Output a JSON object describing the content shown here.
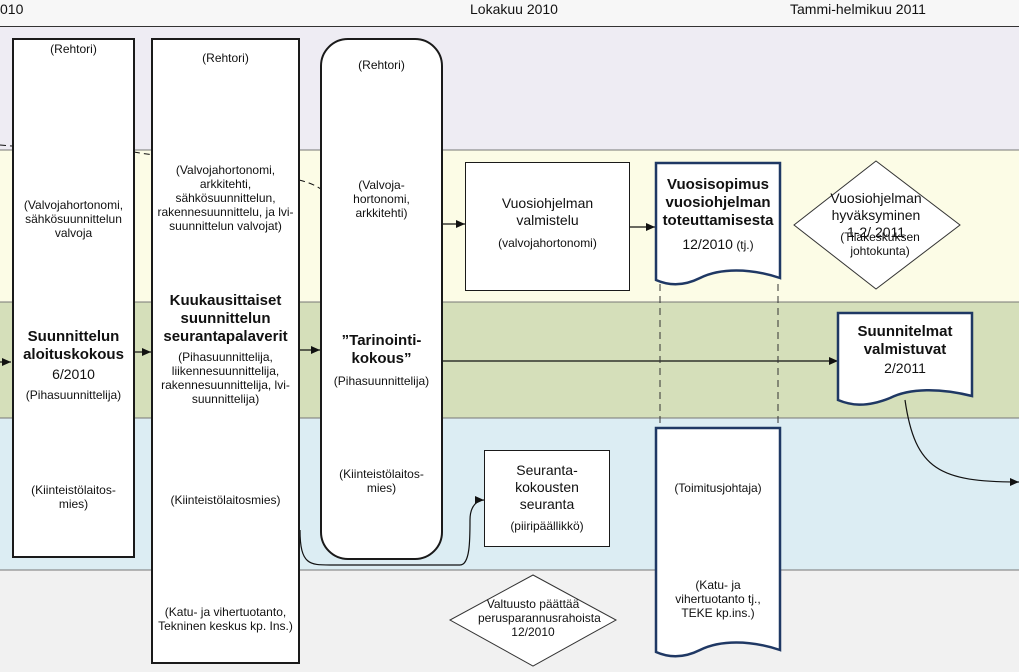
{
  "header": {
    "left": "010",
    "center": "Lokakuu 2010",
    "right": "Tammi-helmikuu 2011"
  },
  "col1": {
    "role_top": "(Rehtori)",
    "role_valvoja": "(Valvojahortonomi, sähkösuunnittelun valvoja",
    "title": "Suunnittelun aloituskokous",
    "date": "6/2010",
    "role_main": "(Pihasuunnittelija)",
    "role_bottom": "(Kiinteistölaitos-mies)"
  },
  "col2": {
    "role_top": "(Rehtori)",
    "role_valvoja": "(Valvojahortonomi, arkkitehti, sähkösuunnittelun, rakennesuunnittelu, ja lvi-suunnittelun valvojat)",
    "title": "Kuukausittaiset suunnittelun seurantapalaverit",
    "role_main": "(Pihasuunnittelija, liikennesuunnittelija, rakennesuunnittelija, lvi-suunnittelija)",
    "role_bottom": "(Kiinteistölaitosmies)",
    "role_extra": "(Katu- ja vihertuotanto, Tekninen keskus kp. Ins.)"
  },
  "col3": {
    "role_top": "(Rehtori)",
    "role_valvoja": "(Valvoja-hortonomi, arkkitehti)",
    "title": "”Tarinointi-kokous”",
    "role_main": "(Pihasuunnittelija)",
    "role_bottom": "(Kiinteistölaitos-mies)"
  },
  "vuosiohjelma": {
    "title": "Vuosiohjelman valmistelu",
    "role": "(valvojahortonomi)"
  },
  "sopimus": {
    "title": "Vuosisopimus vuosiohjelman toteuttamisesta",
    "date": "12/2010",
    "role": "(tj.)"
  },
  "hyvaksyminen": {
    "title": "Vuosiohjelman hyväksyminen 1-2/ 2011",
    "role": "(Tilakeskuksen johtokunta)"
  },
  "suunnitelmat": {
    "title": "Suunnitelmat valmistuvat",
    "date": "2/2011"
  },
  "seuranta": {
    "title": "Seuranta-kokousten seuranta",
    "role": "(piiripäällikkö)"
  },
  "toimitus": {
    "role_top": "(Toimitusjohtaja)",
    "role_bottom": "(Katu- ja vihertuotanto tj., TEKE kp.ins.)"
  },
  "valtuusto": {
    "title": "Valtuusto päättää perusparannusrahoista 12/2010"
  },
  "colors": {
    "band_top": "#eeecf3",
    "band_yellow": "#fcfce6",
    "band_green": "#d5dfba",
    "band_blue": "#dcedf3",
    "band_bottom": "#f1f1f1",
    "accent_box": "#1f3864"
  }
}
